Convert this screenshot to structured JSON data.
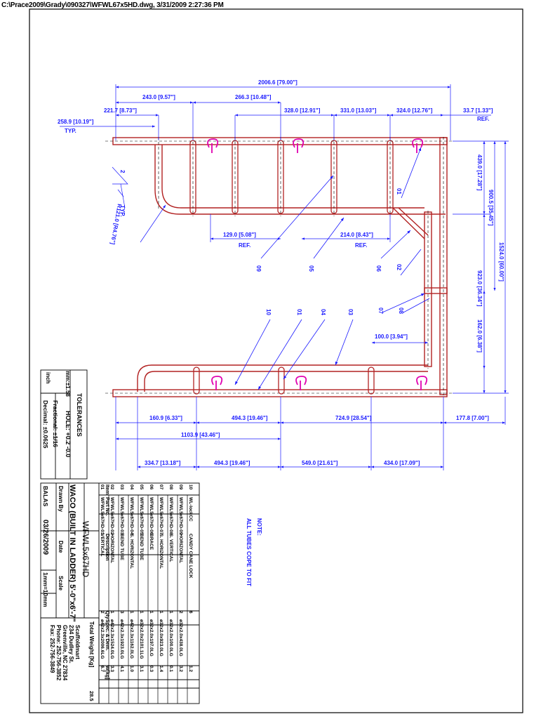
{
  "header": {
    "file_path": "C:\\Prace2009\\Grady\\090327\\WFWL67x5HD.dwg, 3/31/2009 2:27:36 PM"
  },
  "dims": {
    "overall_width": "2006.6 [79.00\"]",
    "d243": "243.0 [9.57\"]",
    "d266": "266.3 [10.48\"]",
    "d221": "221.7 [8.73\"]",
    "d328": "328.0 [12.91\"]",
    "d331": "331.0 [13.03\"]",
    "d324": "324.0 [12.76\"]",
    "d33": "33.7 [1.33\"]",
    "ref": "REF.",
    "d258": "258.9 [10.19\"]",
    "typ": "TYP.",
    "d439": "439.0 [17.28\"]",
    "d900": "900.5 [35.45\"]",
    "d1524": "1524.0 [60.00\"]",
    "d923": "923.0 [36.34\"]",
    "d162": "162.0 [6.38\"]",
    "d129": "129.0 [5.08\"]",
    "d214": "214.0 [8.43\"]",
    "radius": "R121.0 [R4.76\"]",
    "d100": "100.0 [3.94\"]",
    "d160": "160.9 [6.33\"]",
    "d494": "494.3 [19.46\"]",
    "d724": "724.9 [28.54\"]",
    "d177": "177.8 [7.00\"]",
    "d1103": "1103.9 [43.46\"]",
    "d334": "334.7 [13.18\"]",
    "d549": "549.0 [21.61\"]",
    "d434": "434.0 [17.09\"]",
    "weld_mark": "2",
    "typ2": "TYP."
  },
  "callouts": {
    "c09a": "09",
    "c05": "05",
    "c06": "06",
    "c02": "02",
    "c01a": "01",
    "c07": "07",
    "c08": "08",
    "c10": "10",
    "c01b": "01",
    "c04": "04",
    "c03": "03"
  },
  "note": {
    "line1": "NOTE:",
    "line2": "ALL TUBES COPE TO FIT"
  },
  "tolerances": {
    "title": "TOLERANCES",
    "mm": "mm:±1.58",
    "hole": "HOLE: +0.2  -0.0",
    "inch": "inch",
    "fractional": "Fractional: ±1/16",
    "decimal": "Decimal: ±0.0625"
  },
  "title_block": {
    "part_title": "WFWL5x67HD",
    "description": "WACO (BUILT IN LADDER) 5'-0\"x6'-7\"",
    "drawn_by_label": "Drawn By",
    "date_label": "Date",
    "scale_label": "Scale",
    "drawn_by": "BALAS",
    "date": "03/26/2009",
    "scale": "1mm=10mm",
    "company": "Scaffoldmart",
    "address1": "234 Dudley St.",
    "address2": "Greenville, NC 27834",
    "phone": "Phone: 252-756-3852",
    "fax": "Fax: 252-756-3849",
    "total_weight_label": "Total Weight [Kg]",
    "total_weight": "28.5"
  },
  "bom": {
    "headers": [
      "Item",
      "Part No.",
      "Description",
      "Qty",
      "Spec. & Dem.",
      "W[kg]"
    ],
    "rows": [
      [
        "10",
        "WL-lockCC",
        "CANDY CANE LOCK",
        "6",
        "",
        "1.2"
      ],
      [
        "09",
        "WFWL5x67HD-09",
        "HORIZONTAL",
        "2",
        "ø32x2.0x438.0LG",
        "3.2"
      ],
      [
        "08",
        "WFWL5x67HD-08",
        "S. VERTICAL",
        "1",
        "ø32x2.0x100.0LG",
        "0.1"
      ],
      [
        "07",
        "WFWL5x67HD-07",
        "S. HORIZONTAL",
        "1",
        "ø32x2.0x923.0LG",
        "1.4"
      ],
      [
        "06",
        "WFWL5x67HD-06",
        "BRACE",
        "1",
        "ø32x2.0x197.0LG",
        "0.3"
      ],
      [
        "05",
        "WFWL5x67HD-05",
        "BEND TUBE",
        "1",
        "ø32x2.0x2101.1LG",
        "3.1"
      ],
      [
        "04",
        "WFWL5x67HD-04",
        "S. HORIZONTAL",
        "1",
        "ø42x2.3x1162.0LG",
        "1.0"
      ],
      [
        "03",
        "WFWL5x67HD-03",
        "BEND TUBE",
        "3",
        "ø42x2.3x1923.0LG",
        "4.1"
      ],
      [
        "02",
        "WFWL5x67HD-02",
        "HORIZONTAL",
        "1",
        "ø42x2.3x1524.0LG",
        "3.3"
      ],
      [
        "01",
        "WFWL5x67HD-01",
        "VERTICAL",
        "2",
        "ø42x2.3x2006.6LG",
        "6.7"
      ]
    ]
  }
}
